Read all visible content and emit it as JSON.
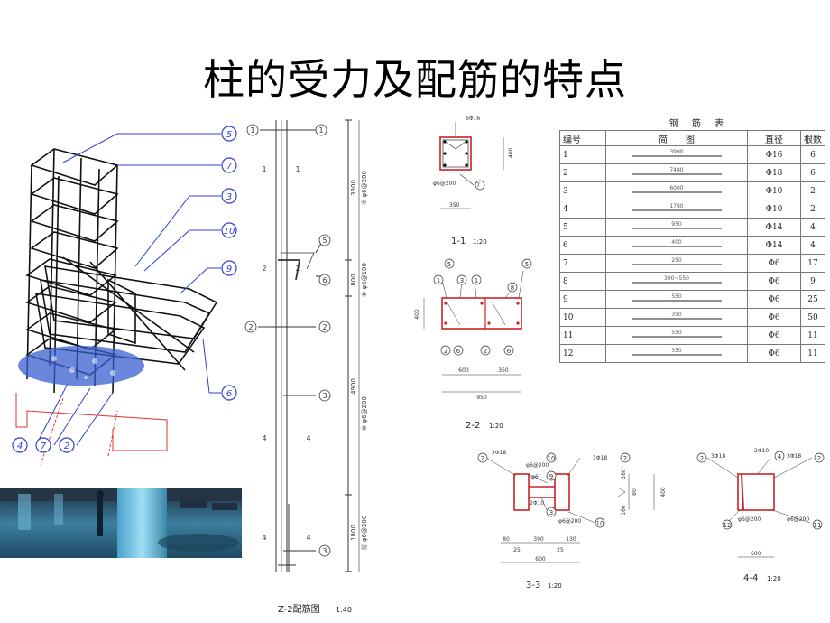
{
  "title": "柱的受力及配筋的特点",
  "callouts_3d": [
    "5",
    "7",
    "3",
    "10",
    "9",
    "6",
    "4",
    "7",
    "2"
  ],
  "elevation": {
    "caption": "Z-2配筋图",
    "caption_scale": "1:40",
    "markers": [
      "1",
      "1",
      "2",
      "2",
      "3",
      "3",
      "4",
      "4",
      "5",
      "6",
      "2",
      "3",
      "4"
    ],
    "dims": [
      "3300",
      "800",
      "4900",
      "1800"
    ],
    "stirrups": [
      "⑦ φ6@200",
      "⑧ φ6@100",
      "⑩ φ6@200",
      "⑫ φ6@200"
    ]
  },
  "section_1_1": {
    "label": "1-1",
    "scale": "1:20",
    "top_bar": "6Φ16",
    "stirrup": "φ6@200",
    "width": "350",
    "height": "400",
    "marks": [
      "7"
    ]
  },
  "section_2_2": {
    "label": "2-2",
    "scale": "1:20",
    "height": "400",
    "dims": [
      "600",
      "350",
      "950"
    ],
    "marks": [
      "5",
      "1",
      "3",
      "1",
      "8",
      "5",
      "2",
      "6",
      "2",
      "6"
    ]
  },
  "section_3_3": {
    "label": "3-3",
    "scale": "1:20",
    "notes": [
      "3Φ18",
      "φ6@200",
      "3Φ18",
      "φ6",
      "2Φ10",
      "φ6@200"
    ],
    "dims": [
      "80",
      "390",
      "130",
      "25",
      "25",
      "600"
    ],
    "vdims": [
      "160",
      "80",
      "160",
      "400"
    ],
    "marks": [
      "2",
      "10",
      "9",
      "2",
      "3",
      "10"
    ]
  },
  "section_4_4": {
    "label": "4-4",
    "scale": "1:20",
    "notes": [
      "2Φ10",
      "3Φ18",
      "3Φ18",
      "φ6@200",
      "φ6@200"
    ],
    "dims": [
      "600"
    ],
    "marks": [
      "4",
      "2",
      "2",
      "12",
      "11"
    ]
  },
  "rebar_table": {
    "title": "钢 筋 表",
    "headers": [
      "编号",
      "简　　图",
      "直径",
      "根数"
    ],
    "rows": [
      {
        "no": "1",
        "dim": "3990",
        "dia": "Φ16",
        "count": "6"
      },
      {
        "no": "2",
        "dim": "7480",
        "dia": "Φ18",
        "count": "6"
      },
      {
        "no": "3",
        "dim": "6000",
        "dia": "Φ10",
        "count": "2"
      },
      {
        "no": "4",
        "dim": "1780",
        "dia": "Φ10",
        "count": "2"
      },
      {
        "no": "5",
        "dim": "950",
        "dia": "Φ14",
        "count": "4"
      },
      {
        "no": "6",
        "dim": "400",
        "dia": "Φ14",
        "count": "4"
      },
      {
        "no": "7",
        "dim": "250",
        "dia": "Φ6",
        "count": "17"
      },
      {
        "no": "8",
        "dim": "300~550",
        "dia": "Φ6",
        "count": "9"
      },
      {
        "no": "9",
        "dim": "550",
        "dia": "Φ6",
        "count": "25"
      },
      {
        "no": "10",
        "dim": "350",
        "dia": "Φ6",
        "count": "50"
      },
      {
        "no": "11",
        "dim": "550",
        "dia": "Φ6",
        "count": "11"
      },
      {
        "no": "12",
        "dim": "350",
        "dia": "Φ6",
        "count": "11"
      }
    ]
  }
}
